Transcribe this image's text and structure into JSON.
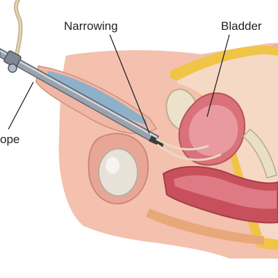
{
  "labels": {
    "narrowing": "Narrowing",
    "bladder": "Bladder",
    "scope": "ope"
  },
  "colors": {
    "background": "#ffffff",
    "skin": "#f0b7a4",
    "fat": "#f2c84b",
    "bladder": "#d8737a",
    "bone": "#e8dfc8",
    "scope": "#8da8c0",
    "line": "#222222"
  }
}
